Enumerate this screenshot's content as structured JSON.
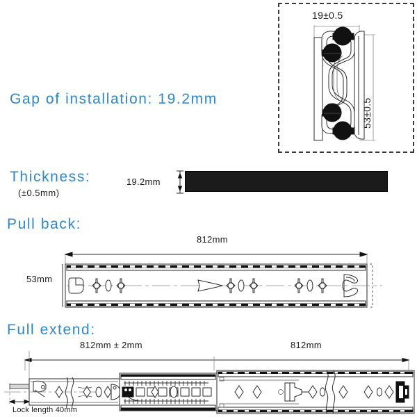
{
  "product": {
    "type": "ball-bearing drawer slide specification drawing",
    "accent_color": "#2E86C8",
    "text_color": "#1a1a1a"
  },
  "cross_section": {
    "width_dim": "19±0.5",
    "height_dim": "53±0.5",
    "ball_count": 4
  },
  "gap": {
    "heading": "Gap of installation: 19.2mm"
  },
  "thickness": {
    "heading": "Thickness:",
    "tolerance": "(±0.5mm)",
    "value": "19.2mm"
  },
  "pull_back": {
    "heading": "Pull back:",
    "length": "812mm",
    "height": "53mm"
  },
  "full_extend": {
    "heading": "Full extend:",
    "length_left": "812mm ± 2mm",
    "length_right": "812mm",
    "lock_note": "Lock length 40mm"
  }
}
